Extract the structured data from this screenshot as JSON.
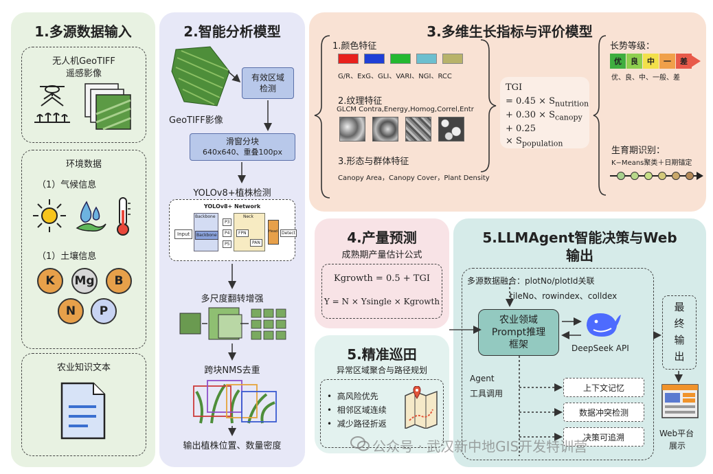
{
  "p1": {
    "title": "1.多源数据输入",
    "uav": "无人机GeoTIFF",
    "uav2": "遥感影像",
    "env": "环境数据",
    "climate": "（1）气候信息",
    "soil": "（1）土壤信息",
    "soil_items": [
      "K",
      "Mg",
      "B",
      "N",
      "P"
    ],
    "knowledge": "农业知识文本"
  },
  "p2": {
    "title": "2.智能分析模型",
    "geotiff": "GeoTIFF影像",
    "valid_area": "有效区域",
    "valid_area2": "检测",
    "sliding": "滑窗分块",
    "sliding2": "640x640、重叠100px",
    "yolo": "YOLOv8+植株检测",
    "net_title": "YOLOv8+ Network",
    "net_input": "Input",
    "net_backbone_lbl": "Backbone",
    "net_backbone": "Backbone",
    "net_neck": "Neck",
    "net_head": "Head",
    "net_detect": "Detect",
    "net_p": [
      "P3",
      "P4",
      "P5"
    ],
    "net_fpn": "FPN",
    "net_pan": "PAN",
    "augment": "多尺度翻转增强",
    "nms": "跨块NMS去重",
    "output": "输出植株位置、数量密度"
  },
  "p3": {
    "title": "3.多维生长指标与评价模型",
    "color_feat": "1.颜色特征",
    "color_labels": "G/R、ExG、GLI、VARI、NGI、RCC",
    "swatch_colors": [
      "#e8201c",
      "#1f3fd6",
      "#25b830",
      "#6cbfcf",
      "#b8b36a"
    ],
    "texture_feat": "2.纹理特征",
    "texture_labels": "GLCM Contra,Energy,Homog,Correl,Entr",
    "shape_feat": "3.形态与群体特征",
    "shape_labels": "Canopy Area，Canopy Cover，Plant Density",
    "tgi": "TGI",
    "formula": [
      "= 0.45 × S",
      "+ 0.30 × S",
      "+ 0.25",
      "× S"
    ],
    "formula_sub": [
      "nutrition",
      "canopy",
      "population"
    ],
    "grade_title": "长势等级：",
    "grades": [
      "优",
      "良",
      "中",
      "一",
      "差"
    ],
    "grade_colors": [
      "#3fae3f",
      "#8fcf4f",
      "#f2e04a",
      "#f0a04a",
      "#e85a4a"
    ],
    "grade_text": "优、良、中、一般、差",
    "period": "生育期识别：",
    "period_method": "K−Means聚类＋日期锚定",
    "dot_colors": [
      "#a8d08d",
      "#b8d88a",
      "#c8de86",
      "#d4c97a",
      "#c9a86a",
      "#b58a58"
    ]
  },
  "p4": {
    "title": "4.产量预测",
    "subtitle": "成熟期产量估计公式",
    "f1": "Kgrowth = 0.5 + TGI",
    "f2": "Y = N × Ysingle × Kgrowth"
  },
  "p5a": {
    "title": "5.精准巡田",
    "subtitle": "异常区域聚合与路径规划",
    "items": [
      "高风险优先",
      "相邻区域连续",
      "减少路径折返"
    ]
  },
  "p5b": {
    "title": "5.LLMAgent智能决策与Web",
    "title2": "输出",
    "fusion": "多源数据融合：plotNo/plotId关联",
    "fusion2": "tileNo、rowindex、colldex",
    "framework": [
      "农业领域",
      "Prompt推理",
      "框架"
    ],
    "deepseek": "DeepSeek API",
    "agent": "Agent",
    "agent2": "工具调用",
    "tools": [
      "上下文记忆",
      "数据冲突检测",
      "决策可追溯"
    ],
    "final": [
      "最",
      "终",
      "输",
      "出"
    ],
    "web": "Web平台",
    "web2": "展示"
  },
  "watermark": "公众号 · 武汉新中地GIS开发特训营"
}
